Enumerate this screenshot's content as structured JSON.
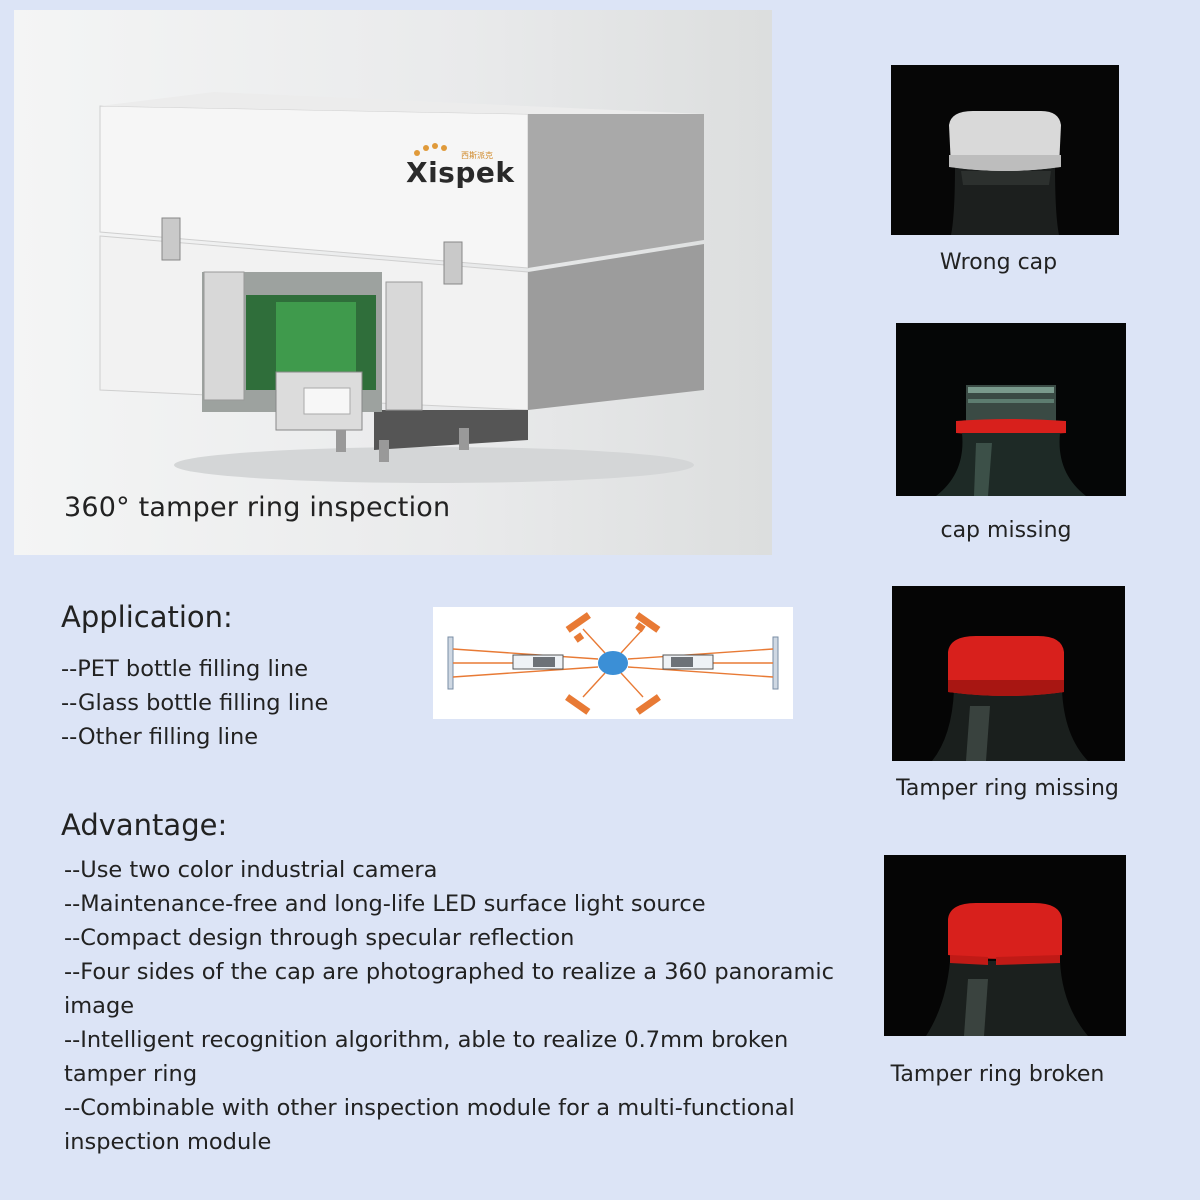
{
  "hero": {
    "caption": "360° tamper ring inspection",
    "brand": "Xispek",
    "brand_sub": "西斯派克"
  },
  "samples": [
    {
      "caption": "Wrong cap"
    },
    {
      "caption": "cap missing"
    },
    {
      "caption": "Tamper ring missing"
    },
    {
      "caption": "Tamper ring broken"
    }
  ],
  "application": {
    "title": "Application:",
    "items": [
      "--PET bottle filling line",
      "--Glass bottle filling line",
      "--Other filling line"
    ]
  },
  "advantage": {
    "title": "Advantage:",
    "lines": [
      "--Use two color industrial camera",
      "--Maintenance-free and long-life LED surface light source",
      "--Compact design through specular reflection",
      "--Four sides of the cap are photographed to realize a 360 panoramic",
      "image",
      "--Intelligent recognition algorithm, able to realize 0.7mm broken",
      "tamper ring",
      "--Combinable with other inspection module for a multi-functional",
      "inspection module"
    ]
  },
  "colors": {
    "background": "#dce4f6",
    "cap_red": "#d8201c",
    "diagram_orange": "#e87a35",
    "diagram_blue": "#3b8fd6"
  }
}
